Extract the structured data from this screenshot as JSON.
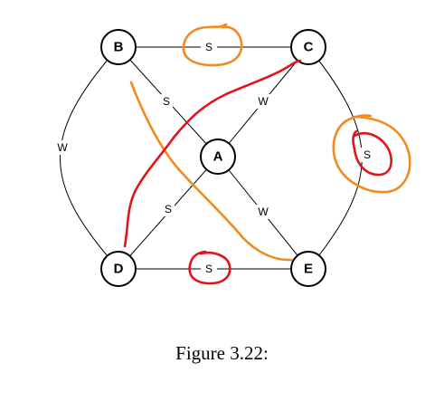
{
  "nodes": {
    "A": "A",
    "B": "B",
    "C": "C",
    "D": "D",
    "E": "E"
  },
  "edges": {
    "B_C": "S",
    "B_A": "S",
    "C_A": "W",
    "A_D": "S",
    "A_E": "W",
    "D_E": "S",
    "C_E": "S",
    "B_D": "W"
  },
  "caption": "Figure 3.22:",
  "colors": {
    "annotation_orange": "#f28a1e",
    "annotation_red": "#e0151b"
  }
}
